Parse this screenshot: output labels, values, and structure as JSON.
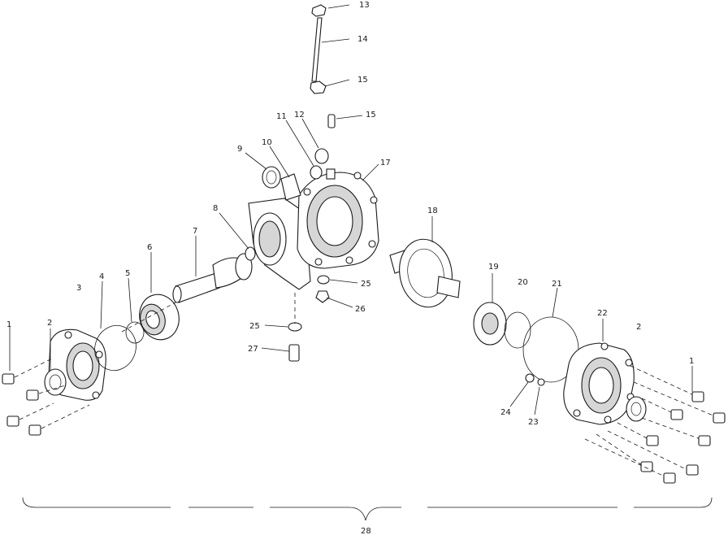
{
  "diagram": {
    "callouts": [
      {
        "id": "c1a",
        "text": "1"
      },
      {
        "id": "c2a",
        "text": "2"
      },
      {
        "id": "c3",
        "text": "3"
      },
      {
        "id": "c4",
        "text": "4"
      },
      {
        "id": "c5",
        "text": "5"
      },
      {
        "id": "c6",
        "text": "6"
      },
      {
        "id": "c7",
        "text": "7"
      },
      {
        "id": "c8",
        "text": "8"
      },
      {
        "id": "c9",
        "text": "9"
      },
      {
        "id": "c10",
        "text": "10"
      },
      {
        "id": "c11",
        "text": "11"
      },
      {
        "id": "c12",
        "text": "12"
      },
      {
        "id": "c13",
        "text": "13"
      },
      {
        "id": "c14",
        "text": "14"
      },
      {
        "id": "c15a",
        "text": "15"
      },
      {
        "id": "c15b",
        "text": "15"
      },
      {
        "id": "c17",
        "text": "17"
      },
      {
        "id": "c18",
        "text": "18"
      },
      {
        "id": "c19",
        "text": "19"
      },
      {
        "id": "c20",
        "text": "20"
      },
      {
        "id": "c21",
        "text": "21"
      },
      {
        "id": "c22",
        "text": "22"
      },
      {
        "id": "c2b",
        "text": "2"
      },
      {
        "id": "c1b",
        "text": "1"
      },
      {
        "id": "c23",
        "text": "23"
      },
      {
        "id": "c24",
        "text": "24"
      },
      {
        "id": "c25a",
        "text": "25"
      },
      {
        "id": "c26",
        "text": "26"
      },
      {
        "id": "c25b",
        "text": "25"
      },
      {
        "id": "c27",
        "text": "27"
      },
      {
        "id": "c28",
        "text": "28"
      }
    ]
  }
}
